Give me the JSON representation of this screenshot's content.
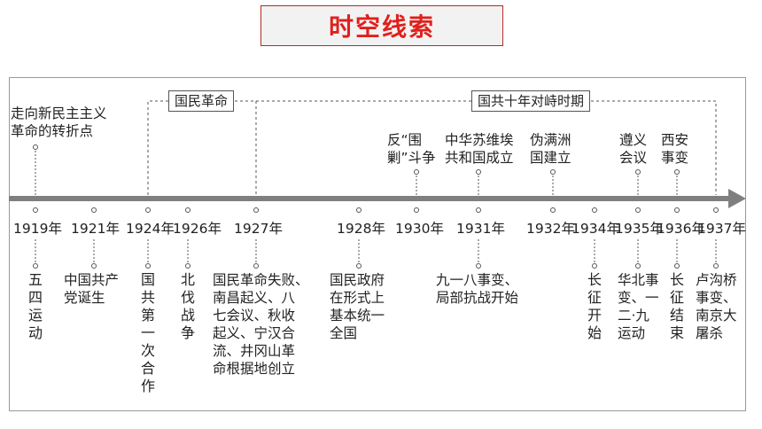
{
  "title": "时空线索",
  "periods": [
    {
      "label": "国民革命"
    },
    {
      "label": "国共十年对峙时期"
    }
  ],
  "above": {
    "start": "走向新民主主义\n革命的转折点",
    "e1930": "反“围\n剿”斗争",
    "e1931": "中华苏维埃\n共和国成立",
    "e1932": "伪满洲\n国建立",
    "e1935": "遵义\n会议",
    "e1936": "西安\n事变"
  },
  "years": [
    "1919年",
    "1921年",
    "1924年",
    "1926年",
    "1927年",
    "1928年",
    "1930年",
    "1931年",
    "1932年",
    "1934年",
    "1935年",
    "1936年",
    "1937年"
  ],
  "below": {
    "y1919": "五四运动",
    "y1921": "中国共产\n党诞生",
    "y1924": "国共第一次合作",
    "y1926": "北伐战争",
    "y1927": "国民革命失败、\n南昌起义、八\n七会议、秋收\n起义、宁汉合\n流、井冈山革\n命根据地创立",
    "y1928": "国民政府\n在形式上\n基本统一\n全国",
    "y1931": "九一八事变、\n局部抗战开始",
    "y1934": "长征开始",
    "y1935": "华北事\n变、一\n二·九\n运动",
    "y1936": "长征结束",
    "y1937": "卢沟桥\n事变、\n南京大\n屠杀"
  }
}
